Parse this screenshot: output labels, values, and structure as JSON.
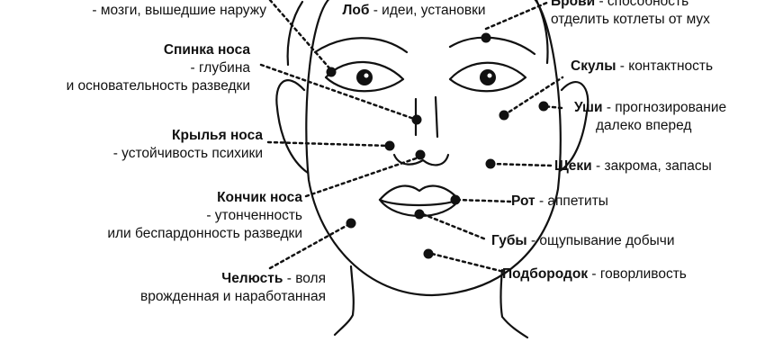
{
  "labels": {
    "brain": {
      "title": "",
      "desc": "- мозги, вышедшие наружу"
    },
    "forehead": {
      "title": "Лоб",
      "desc": "- идеи, установки"
    },
    "eyebrows": {
      "title": "Брови",
      "desc": "- способность",
      "desc2": "отделить котлеты от мух"
    },
    "nose_bridge": {
      "title": "Спинка носа",
      "desc": "- глубина",
      "desc2": "и основательность разведки"
    },
    "cheekbones": {
      "title": "Скулы",
      "desc": "- контактность"
    },
    "ears": {
      "title": "Уши",
      "desc": "- прогнозирование",
      "desc2": "далеко вперед"
    },
    "nose_wings": {
      "title": "Крылья носа",
      "desc": "- устойчивость психики"
    },
    "cheeks": {
      "title": "Щеки",
      "desc": "- закрома, запасы"
    },
    "nose_tip": {
      "title": "Кончик носа",
      "desc": "- утонченность",
      "desc2": "или беспардонность разведки"
    },
    "mouth": {
      "title": "Рот",
      "desc": "- аппетиты"
    },
    "lips": {
      "title": "Губы",
      "desc": "- ощупывание добычи"
    },
    "jaw": {
      "title": "Челюсть",
      "desc": "- воля",
      "desc2": "врожденная и наработанная"
    },
    "chin": {
      "title": "Подбородок",
      "desc": "- говорливость"
    }
  },
  "colors": {
    "ink": "#111111",
    "background": "#ffffff"
  }
}
